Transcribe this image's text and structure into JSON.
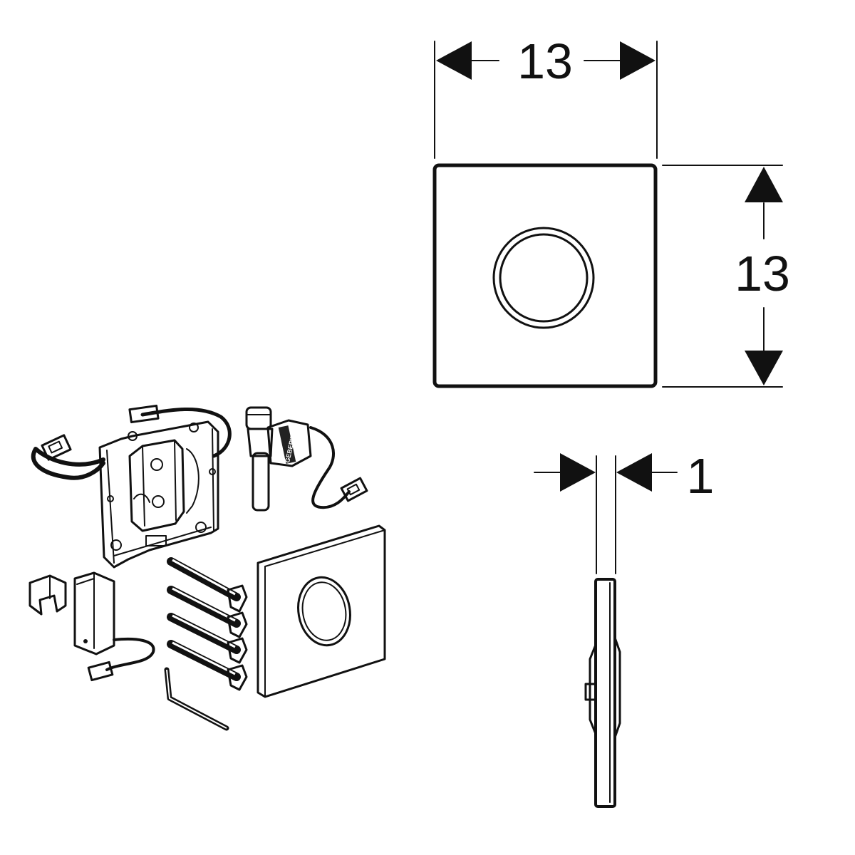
{
  "dimensions": {
    "width_label": "13",
    "height_label": "13",
    "thickness_label": "1"
  },
  "logo_text": "GEBERIT",
  "colors": {
    "line": "#111111",
    "background": "#ffffff"
  }
}
